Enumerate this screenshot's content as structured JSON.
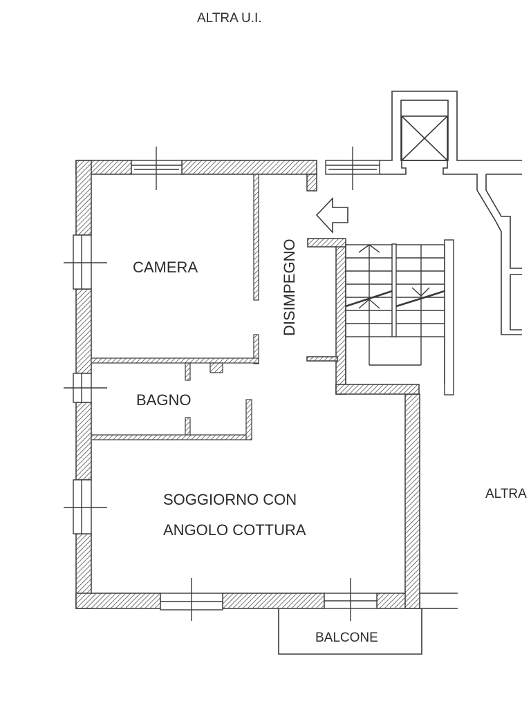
{
  "plan": {
    "top_neighbor_label": "ALTRA U.I.",
    "right_neighbor_label": "ALTRA",
    "rooms": {
      "camera": "CAMERA",
      "disimpegno": "DISIMPEGNO",
      "bagno": "BAGNO",
      "soggiorno_line1": "SOGGIORNO CON",
      "soggiorno_line2": "ANGOLO COTTURA",
      "balcone": "BALCONE"
    },
    "icons": [
      "entrance-arrow-icon",
      "elevator-shaft-icon",
      "staircase-icon",
      "window-icon"
    ],
    "colors": {
      "line": "#3a3a3a",
      "background": "#ffffff"
    }
  }
}
